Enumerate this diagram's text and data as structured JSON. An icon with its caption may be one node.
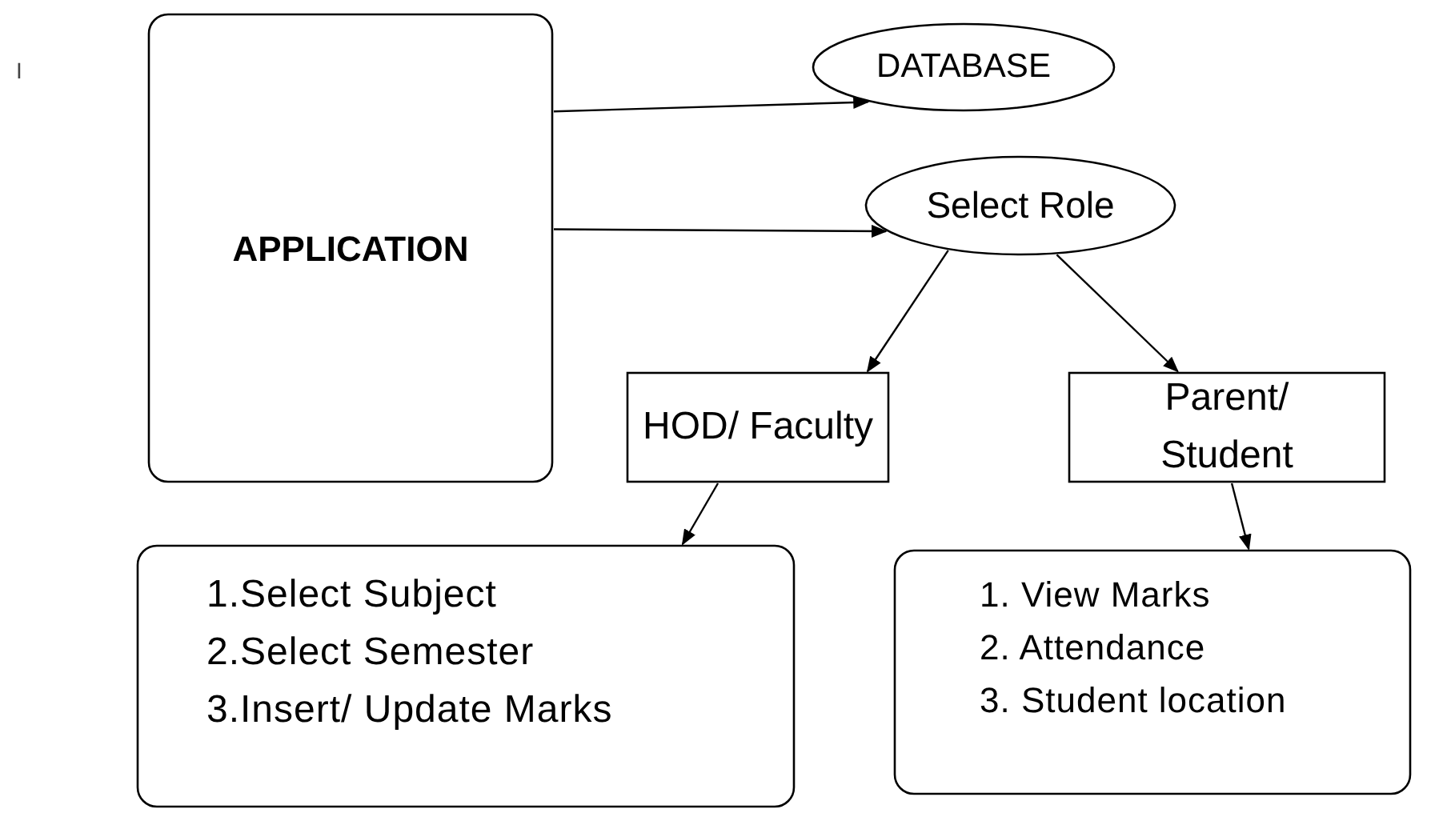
{
  "diagram": {
    "nodes": [
      {
        "text": [
          "APPLICATION"
        ]
      },
      {
        "text": [
          "DATABASE"
        ]
      },
      {
        "text": [
          "Select Role"
        ]
      },
      {
        "text": [
          "HOD/ Faculty"
        ]
      },
      {
        "text": [
          "Parent/ Student"
        ]
      },
      {
        "text": [
          "1.Select Subject",
          "2.Select Semester",
          "3.Insert/ Update Marks"
        ]
      },
      {
        "text": [
          "1. View Marks",
          "2. Attendance",
          "3. Student location"
        ]
      }
    ],
    "edges": [
      {
        "from": 0,
        "to": 1,
        "arrow": "to"
      },
      {
        "from": 0,
        "to": 2,
        "arrow": "to"
      },
      {
        "from": 2,
        "to": 3,
        "arrow": "to"
      },
      {
        "from": 2,
        "to": 4,
        "arrow": "to"
      },
      {
        "from": 3,
        "to": 5,
        "arrow": "to"
      },
      {
        "from": 4,
        "to": 6,
        "arrow": "to"
      }
    ],
    "labels": [
      "I"
    ]
  }
}
